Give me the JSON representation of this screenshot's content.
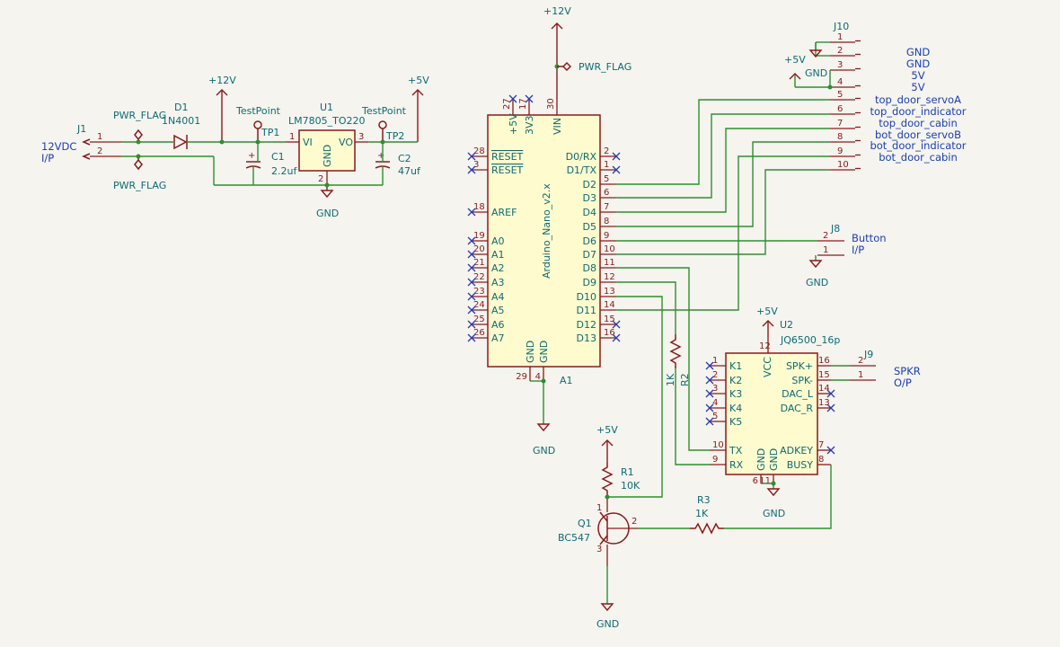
{
  "power": {
    "p12v": "+12V",
    "p5v": "+5V",
    "gnd": "GND",
    "pwr_flag": "PWR_FLAG"
  },
  "j1": {
    "ref": "J1",
    "pin1": "1",
    "pin2": "2",
    "label_a": "12VDC",
    "label_b": "I/P"
  },
  "d1": {
    "ref": "D1",
    "value": "1N4001"
  },
  "tp1": {
    "ref": "TP1",
    "value": "TestPoint"
  },
  "tp2": {
    "ref": "TP2",
    "value": "TestPoint"
  },
  "u1": {
    "ref": "U1",
    "value": "LM7805_TO220",
    "vi": "VI",
    "vo": "VO",
    "gnd": "GND",
    "p1": "1",
    "p2": "2",
    "p3": "3"
  },
  "c1": {
    "ref": "C1",
    "value": "2.2uf"
  },
  "c2": {
    "ref": "C2",
    "value": "47uf"
  },
  "a1": {
    "ref": "A1",
    "value": "Arduino_Nano_v2.x",
    "top_pins": [
      {
        "num": "27",
        "name": "+5V"
      },
      {
        "num": "17",
        "name": "3V3"
      },
      {
        "num": "30",
        "name": "VIN"
      }
    ],
    "left_pins": [
      {
        "num": "28",
        "name": "RESET"
      },
      {
        "num": "3",
        "name": "RESET"
      },
      {
        "num": "18",
        "name": "AREF"
      },
      {
        "num": "19",
        "name": "A0"
      },
      {
        "num": "20",
        "name": "A1"
      },
      {
        "num": "21",
        "name": "A2"
      },
      {
        "num": "22",
        "name": "A3"
      },
      {
        "num": "23",
        "name": "A4"
      },
      {
        "num": "24",
        "name": "A5"
      },
      {
        "num": "25",
        "name": "A6"
      },
      {
        "num": "26",
        "name": "A7"
      }
    ],
    "right_pins": [
      {
        "num": "2",
        "name": "D0/RX"
      },
      {
        "num": "1",
        "name": "D1/TX"
      },
      {
        "num": "5",
        "name": "D2"
      },
      {
        "num": "6",
        "name": "D3"
      },
      {
        "num": "7",
        "name": "D4"
      },
      {
        "num": "8",
        "name": "D5"
      },
      {
        "num": "9",
        "name": "D6"
      },
      {
        "num": "10",
        "name": "D7"
      },
      {
        "num": "11",
        "name": "D8"
      },
      {
        "num": "12",
        "name": "D9"
      },
      {
        "num": "13",
        "name": "D10"
      },
      {
        "num": "14",
        "name": "D11"
      },
      {
        "num": "15",
        "name": "D12"
      },
      {
        "num": "16",
        "name": "D13"
      }
    ],
    "bottom_pins": [
      {
        "num": "29",
        "name": "GND"
      },
      {
        "num": "4",
        "name": "GND"
      }
    ]
  },
  "j10": {
    "ref": "J10",
    "pins": [
      "1",
      "2",
      "3",
      "4",
      "5",
      "6",
      "7",
      "8",
      "9",
      "10"
    ],
    "labels": [
      "GND",
      "GND",
      "5V",
      "5V",
      "top_door_servoA",
      "top_door_indicator",
      "top_door_cabin",
      "bot_door_servoB",
      "bot_door_indicator",
      "bot_door_cabin"
    ]
  },
  "j8": {
    "ref": "J8",
    "pin1": "1",
    "pin2": "2",
    "label_a": "Button",
    "label_b": "I/P"
  },
  "u2": {
    "ref": "U2",
    "value": "JQ6500_16p",
    "left_pins": [
      {
        "num": "1",
        "name": "K1"
      },
      {
        "num": "2",
        "name": "K2"
      },
      {
        "num": "3",
        "name": "K3"
      },
      {
        "num": "4",
        "name": "K4"
      },
      {
        "num": "5",
        "name": "K5"
      },
      {
        "num": "10",
        "name": "TX"
      },
      {
        "num": "9",
        "name": "RX"
      }
    ],
    "right_pins": [
      {
        "num": "16",
        "name": "SPK+"
      },
      {
        "num": "15",
        "name": "SPK-"
      },
      {
        "num": "14",
        "name": "DAC_L"
      },
      {
        "num": "13",
        "name": "DAC_R"
      },
      {
        "num": "7",
        "name": "ADKEY"
      },
      {
        "num": "8",
        "name": "BUSY"
      }
    ],
    "top_pin": {
      "num": "12",
      "name": "VCC"
    },
    "bottom_pins": [
      {
        "num": "6",
        "name": "GND"
      },
      {
        "num": "11",
        "name": "GND"
      }
    ]
  },
  "j9": {
    "ref": "J9",
    "pin1": "1",
    "pin2": "2",
    "label_a": "SPKR",
    "label_b": "O/P"
  },
  "r1": {
    "ref": "R1",
    "value": "10K"
  },
  "r2": {
    "ref": "R2",
    "value": "1K"
  },
  "r3": {
    "ref": "R3",
    "value": "1K"
  },
  "q1": {
    "ref": "Q1",
    "value": "BC547",
    "p1": "1",
    "p2": "2",
    "p3": "3"
  }
}
